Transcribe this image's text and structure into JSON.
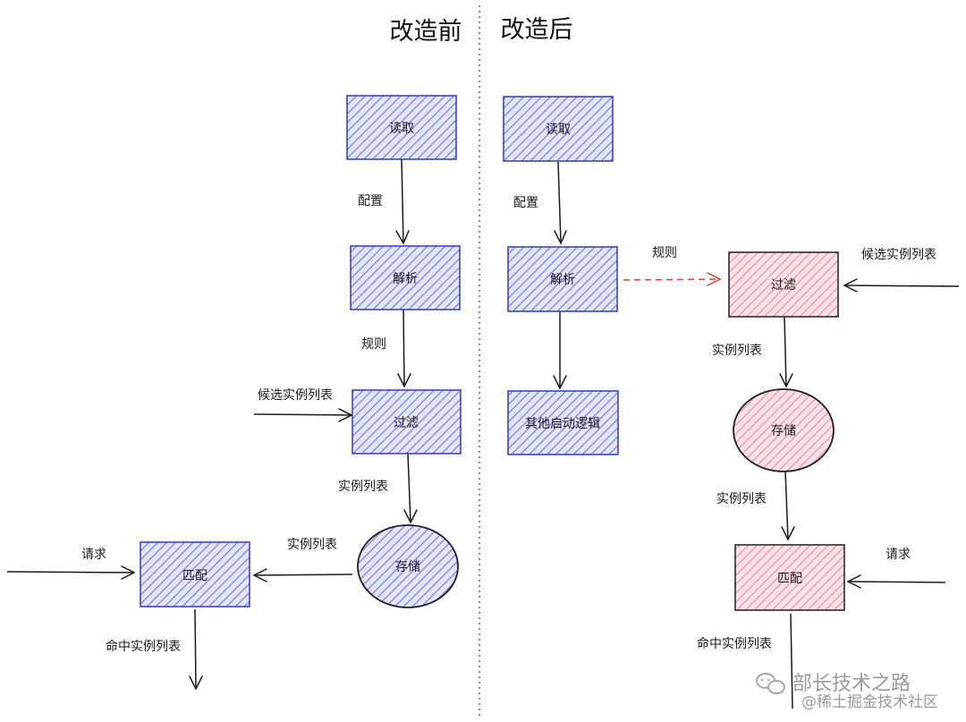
{
  "headings": {
    "before": "改造前",
    "after": "改造后"
  },
  "before": {
    "nodes": {
      "read": "读取",
      "parse": "解析",
      "filter": "过滤",
      "store": "存储",
      "match": "匹配"
    },
    "edge_labels": {
      "config": "配置",
      "rules": "规则",
      "candidates": "候选实例列表",
      "instances_to_store": "实例列表",
      "instances_to_match": "实例列表",
      "request": "请求",
      "hit": "命中实例列表"
    }
  },
  "after": {
    "nodes": {
      "read": "读取",
      "parse": "解析",
      "other": "其他启动逻辑",
      "filter": "过滤",
      "store": "存储",
      "match": "匹配"
    },
    "edge_labels": {
      "config": "配置",
      "rules": "规则",
      "candidates": "候选实例列表",
      "instances_to_store": "实例列表",
      "instances_to_match": "实例列表",
      "request": "请求",
      "hit": "命中实例列表"
    }
  },
  "watermark": {
    "title": "部长技术之路",
    "subtitle": "@稀土掘金技术社区"
  },
  "colors": {
    "blue_fill": "#6f73e0",
    "red_fill": "#f08aa0",
    "dashed_arrow": "#e23a3a"
  }
}
